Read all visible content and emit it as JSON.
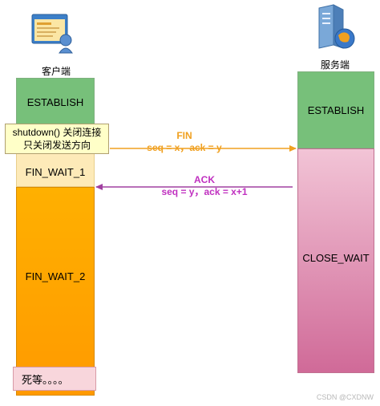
{
  "client": {
    "label": "客户端",
    "states": [
      "ESTABLISH",
      "FIN_WAIT_1",
      "FIN_WAIT_2"
    ],
    "note_line1": "shutdown() 关闭连接",
    "note_line2": "只关闭发送方向",
    "dead_label": "死等。。。。"
  },
  "server": {
    "label": "服务端",
    "states": [
      "ESTABLISH",
      "CLOSE_WAIT"
    ]
  },
  "messages": {
    "fin": {
      "title": "FIN",
      "detail": "seq = x，ack = y",
      "color": "#f0a020"
    },
    "ack": {
      "title": "ACK",
      "detail": "seq = y，ack = x+1",
      "color": "#c030c0"
    }
  },
  "watermark": "CSDN @CXDNW"
}
